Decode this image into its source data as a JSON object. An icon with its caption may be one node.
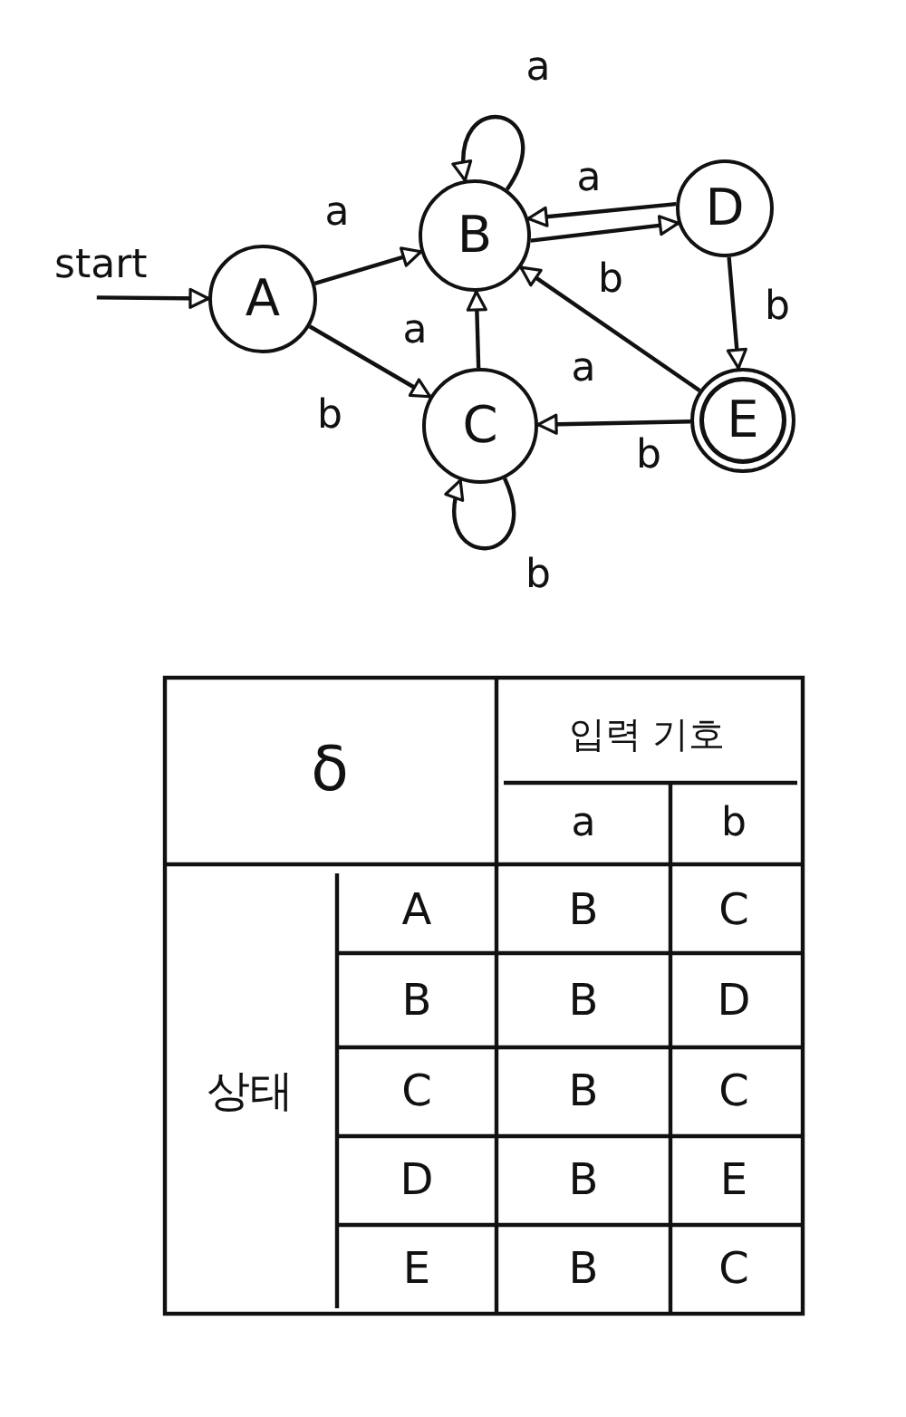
{
  "diagram": {
    "nodes": [
      {
        "text": [
          "start"
        ]
      },
      {
        "text": [
          "A"
        ]
      },
      {
        "text": [
          "B"
        ]
      },
      {
        "text": [
          "C"
        ]
      },
      {
        "text": [
          "D"
        ]
      },
      {
        "text": [
          "E"
        ]
      }
    ],
    "edges": [
      {
        "from": 0,
        "to": 1,
        "arrow": "to"
      },
      {
        "from": 1,
        "to": 2,
        "arrow": "to",
        "label": "a"
      },
      {
        "from": 1,
        "to": 3,
        "arrow": "to",
        "label": "b"
      },
      {
        "from": 2,
        "to": 2,
        "arrow": "to",
        "label": "a"
      },
      {
        "from": 4,
        "to": 2,
        "arrow": "to",
        "label": "a"
      },
      {
        "from": 2,
        "to": 4,
        "arrow": "to",
        "label": "b"
      },
      {
        "from": 4,
        "to": 5,
        "arrow": "to",
        "label": "b"
      },
      {
        "from": 3,
        "to": 2,
        "arrow": "to",
        "label": "a"
      },
      {
        "from": 5,
        "to": 2,
        "arrow": "to",
        "label": "a"
      },
      {
        "from": 5,
        "to": 3,
        "arrow": "to",
        "label": "b"
      },
      {
        "from": 3,
        "to": 3,
        "arrow": "to",
        "label": "b"
      }
    ],
    "labels": [
      "δ",
      "입력 기호",
      "a",
      "b",
      "상태",
      "A",
      "B",
      "C",
      "B",
      "B",
      "D",
      "C",
      "B",
      "C",
      "D",
      "B",
      "E",
      "E",
      "B",
      "C"
    ]
  }
}
